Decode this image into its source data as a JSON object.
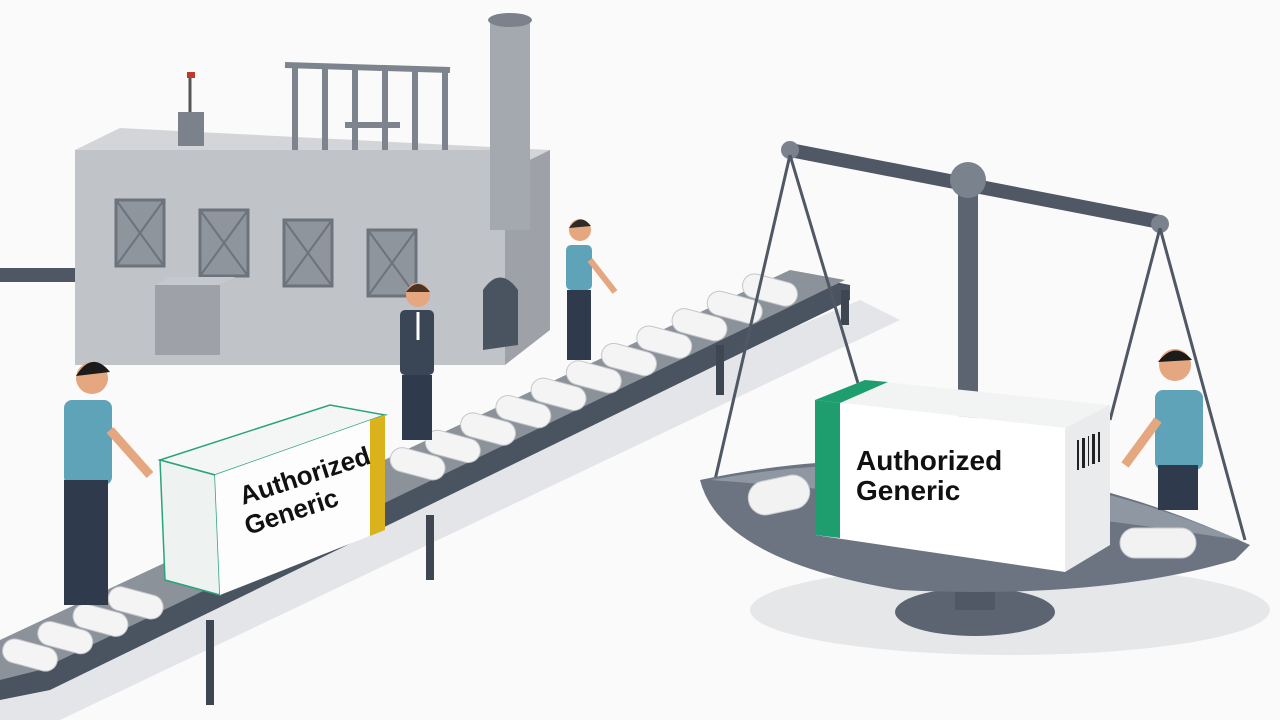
{
  "scene": {
    "left_box": {
      "title_line1": "Authorized",
      "title_line2": "Generic",
      "accent": "#d9b21c",
      "trim": "#2aa37a"
    },
    "right_box": {
      "title_line1": "Authorized",
      "title_line2": "Generic",
      "accent": "#1e9e6e"
    },
    "colors": {
      "factory": "#b9bcc1",
      "metal": "#5b6470",
      "belt": "#4a5360",
      "shirt": "#5fa3b8",
      "background": "#fafafa"
    }
  }
}
